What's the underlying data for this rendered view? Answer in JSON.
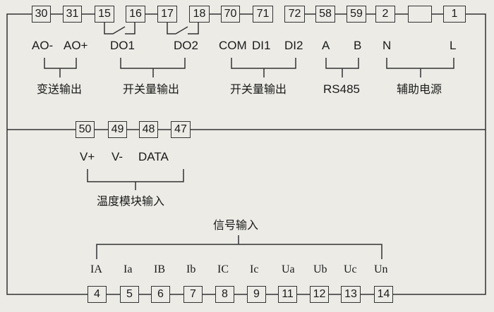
{
  "top_terminals": [
    "30",
    "31",
    "15",
    "16",
    "17",
    "18",
    "70",
    "71",
    "72",
    "58",
    "59",
    "2",
    "",
    "1"
  ],
  "mid_terminals": [
    "50",
    "49",
    "48",
    "47"
  ],
  "bottom_terminals": [
    "4",
    "5",
    "6",
    "7",
    "8",
    "9",
    "11",
    "12",
    "13",
    "14"
  ],
  "top_labels": {
    "ao_minus": "AO-",
    "ao_plus": "AO+",
    "do1": "DO1",
    "do2": "DO2",
    "com": "COM",
    "di1": "DI1",
    "di2": "DI2",
    "a": "A",
    "b": "B",
    "n": "N",
    "l": "L"
  },
  "top_groups": {
    "transmit_output": "变送输出",
    "switch_output_do": "开关量输出",
    "switch_output_di": "开关量输出",
    "rs485": "RS485",
    "aux_power": "辅助电源"
  },
  "mid_labels": {
    "v_plus": "V+",
    "v_minus": "V-",
    "data": "DATA",
    "group": "温度模块输入"
  },
  "bottom_labels": {
    "group": "信号输入",
    "signals": [
      "IA",
      "Ia",
      "IB",
      "Ib",
      "IC",
      "Ic",
      "Ua",
      "Ub",
      "Uc",
      "Un"
    ]
  }
}
